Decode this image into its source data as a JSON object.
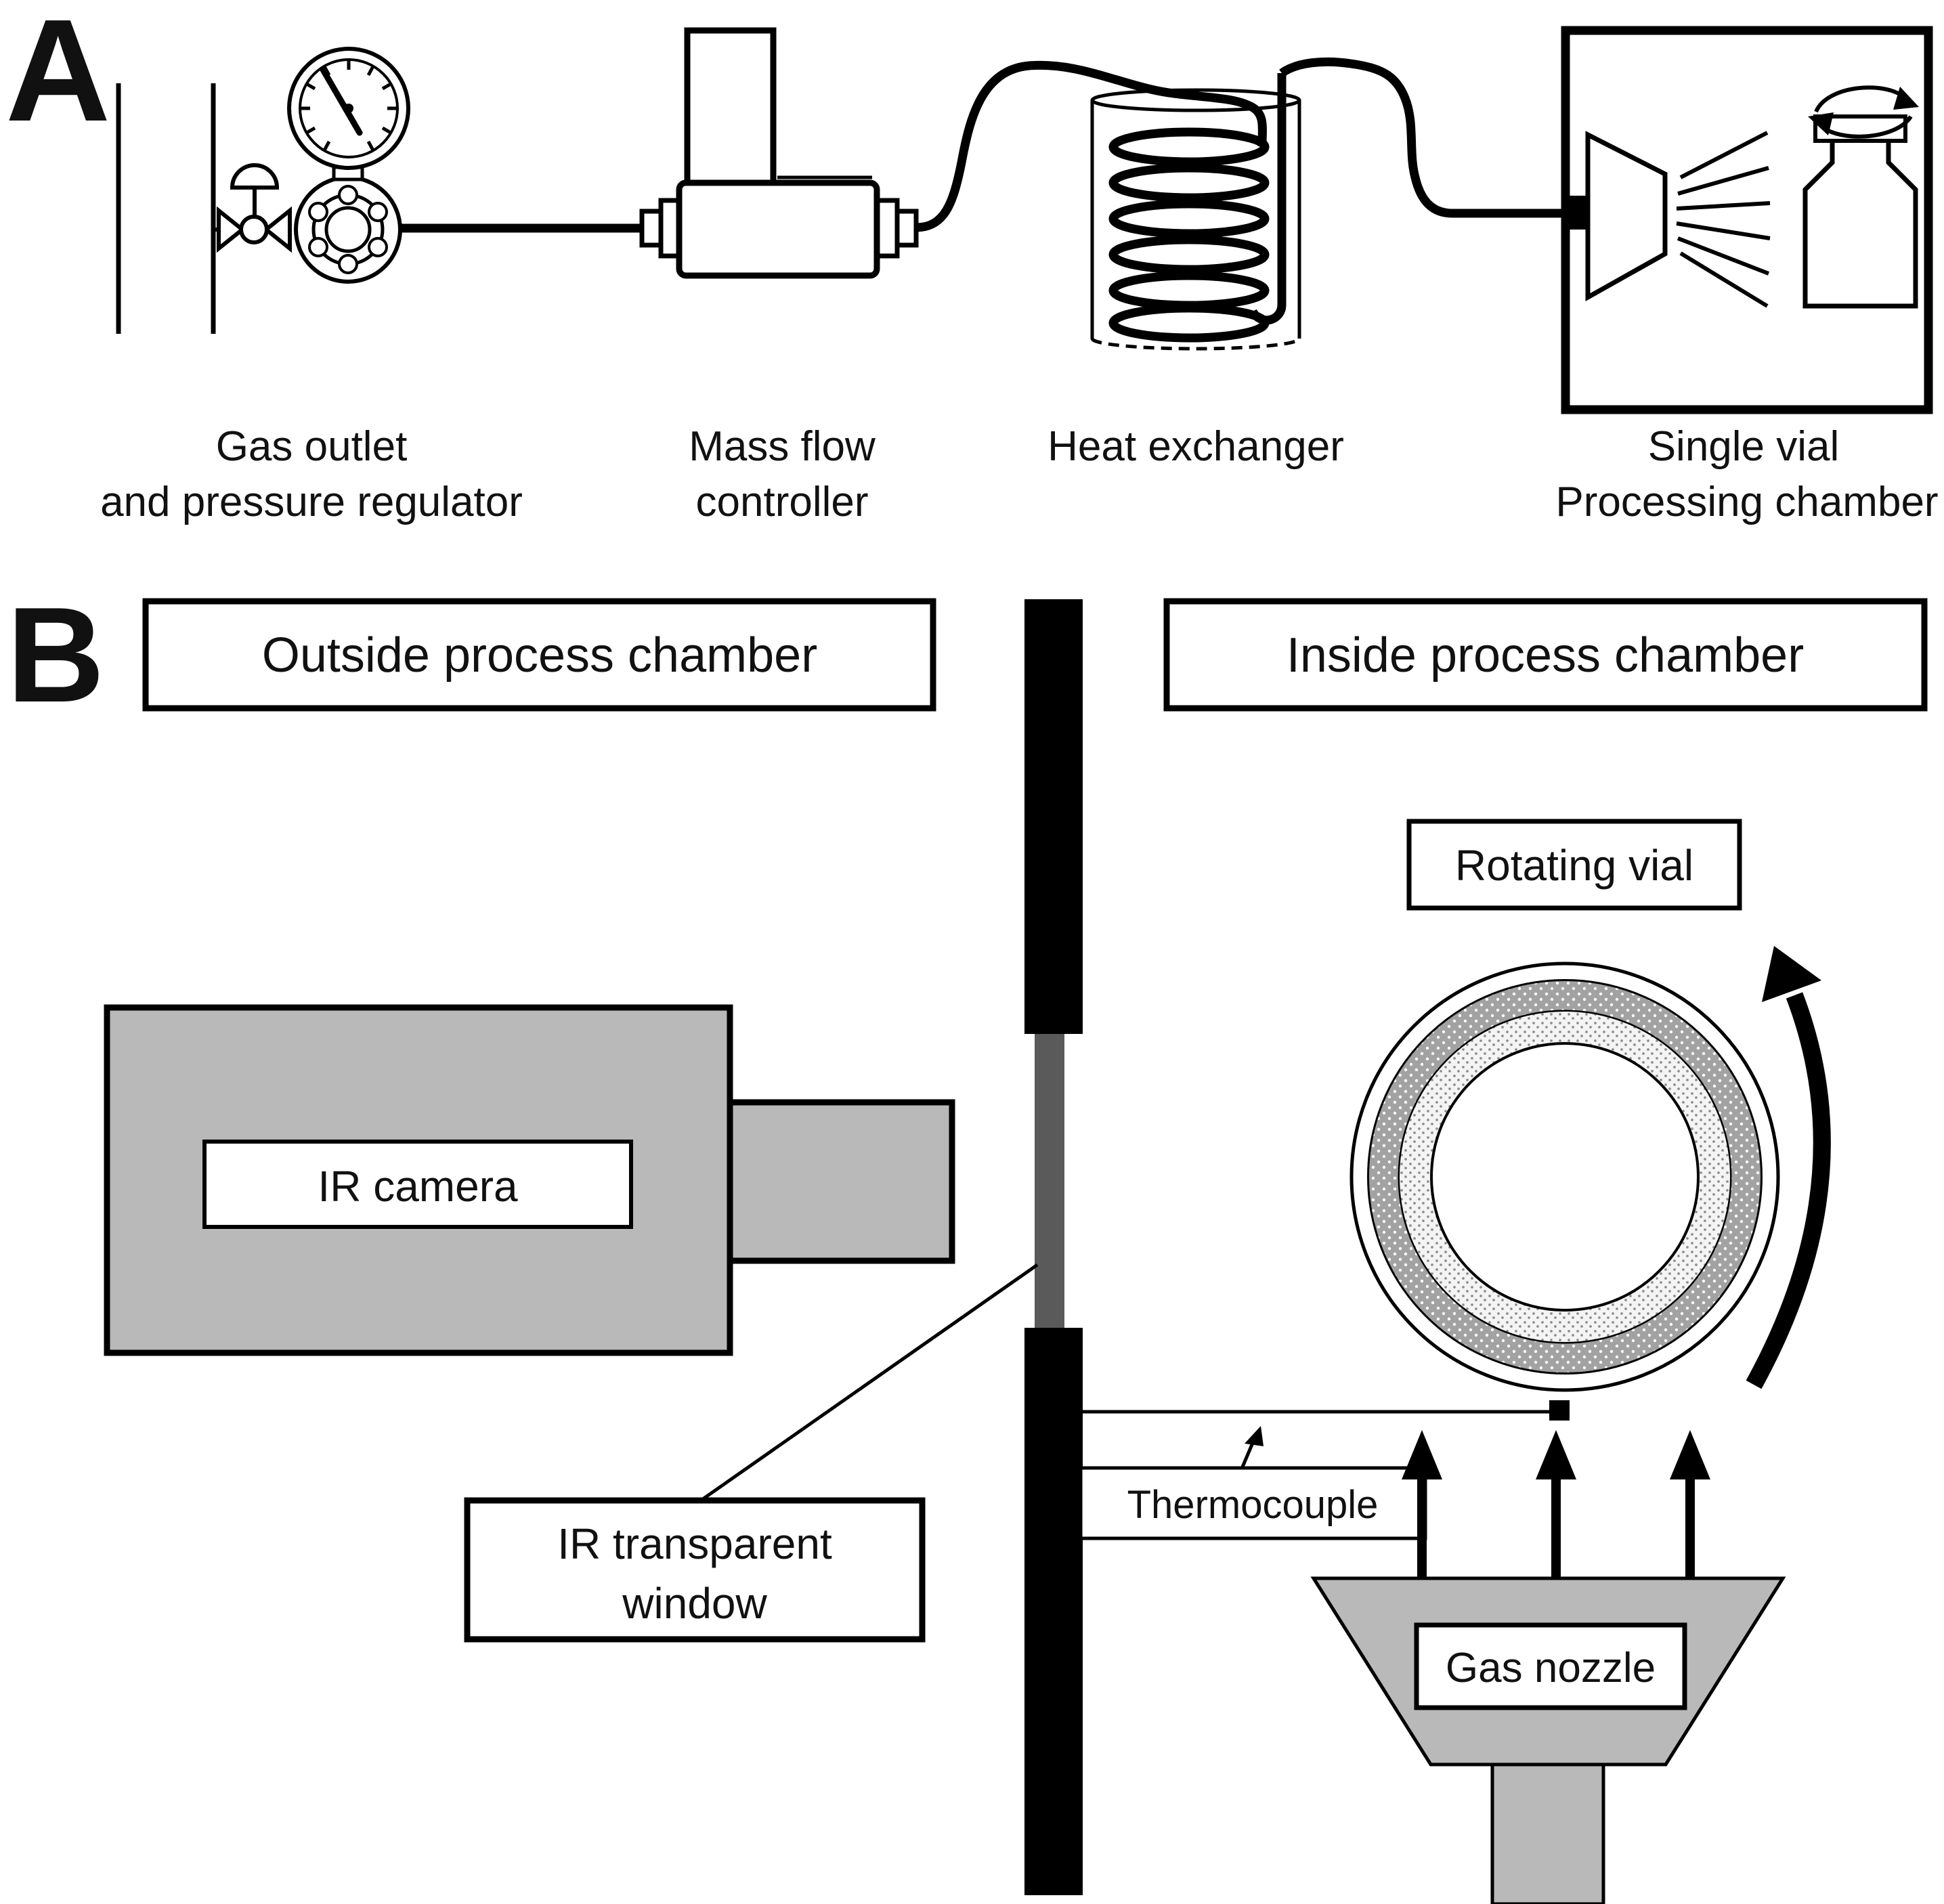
{
  "colors": {
    "ink": "#000000",
    "device_gray": "#b9b9b9",
    "window_gray": "#5a5a5a",
    "stipple_dark_base": "#a2a2a2",
    "stipple_light_base": "#f4f4f4",
    "stipple_light_dot": "#8f8f8f",
    "stipple_dark_dot": "#ffffff"
  },
  "panel_a": {
    "letter": "A",
    "gas_outlet_label_1": "Gas outlet",
    "gas_outlet_label_2": "and pressure regulator",
    "mass_flow_label_1": "Mass flow",
    "mass_flow_label_2": "controller",
    "heat_exchanger_label": "Heat exchanger",
    "chamber_label_1": "Single vial",
    "chamber_label_2": "Processing chamber"
  },
  "panel_b": {
    "letter": "B",
    "outside_label": "Outside process chamber",
    "inside_label": "Inside process chamber",
    "rotating_vial_label": "Rotating vial",
    "ir_camera_label": "IR camera",
    "ir_window_label_1": "IR transparent",
    "ir_window_label_2": "window",
    "thermocouple_label": "Thermocouple",
    "gas_nozzle_label": "Gas nozzle"
  }
}
